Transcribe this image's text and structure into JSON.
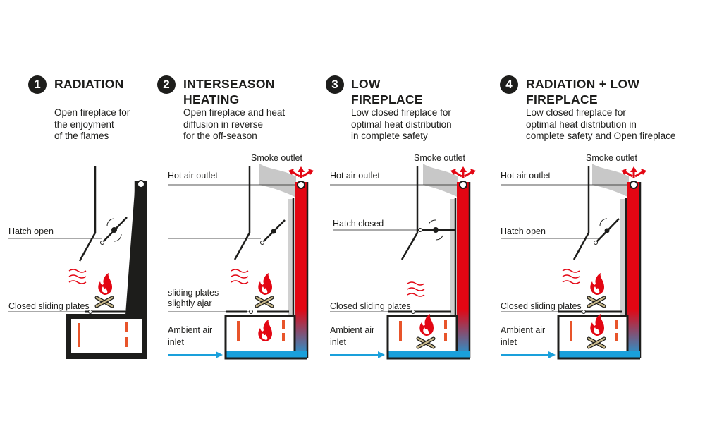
{
  "colors": {
    "ink": "#1d1d1b",
    "red": "#e30613",
    "blue": "#1aa0db",
    "orange": "#e8542a",
    "smoke": "#c8c8c8",
    "wood": "#c9b98a"
  },
  "panels": [
    {
      "number": "1",
      "title_line1": "RADIATION",
      "title_line2": "",
      "desc_line1": "Open fireplace for",
      "desc_line2": "the enjoyment",
      "desc_line3": "of the flames",
      "labels": {
        "hatch": "Hatch open",
        "plates": "Closed sliding plates"
      }
    },
    {
      "number": "2",
      "title_line1": "INTERSEASON",
      "title_line2": "HEATING",
      "desc_line1": "Open fireplace and heat",
      "desc_line2": "diffusion in reverse",
      "desc_line3": "for the off-season",
      "labels": {
        "smoke": "Smoke outlet",
        "hot_air": "Hot air outlet",
        "plates_line1": "sliding plates",
        "plates_line2": "slightly ajar",
        "ambient_line1": "Ambient air",
        "ambient_line2": "inlet"
      }
    },
    {
      "number": "3",
      "title_line1": "LOW",
      "title_line2": "FIREPLACE",
      "desc_line1": "Low closed fireplace for",
      "desc_line2": "optimal heat distribution",
      "desc_line3": "in complete safety",
      "labels": {
        "smoke": "Smoke outlet",
        "hot_air": "Hot air outlet",
        "hatch": "Hatch closed",
        "plates": "Closed sliding plates",
        "ambient_line1": "Ambient air",
        "ambient_line2": "inlet"
      }
    },
    {
      "number": "4",
      "title_line1": "RADIATION + LOW",
      "title_line2": "FIREPLACE",
      "desc_line1": "Low closed fireplace for",
      "desc_line2": "optimal heat distribution in",
      "desc_line3": "complete safety and Open fireplace",
      "labels": {
        "smoke": "Smoke outlet",
        "hot_air": "Hot air outlet",
        "hatch": "Hatch open",
        "plates": "Closed sliding plates",
        "ambient_line1": "Ambient air",
        "ambient_line2": "inlet"
      }
    }
  ]
}
